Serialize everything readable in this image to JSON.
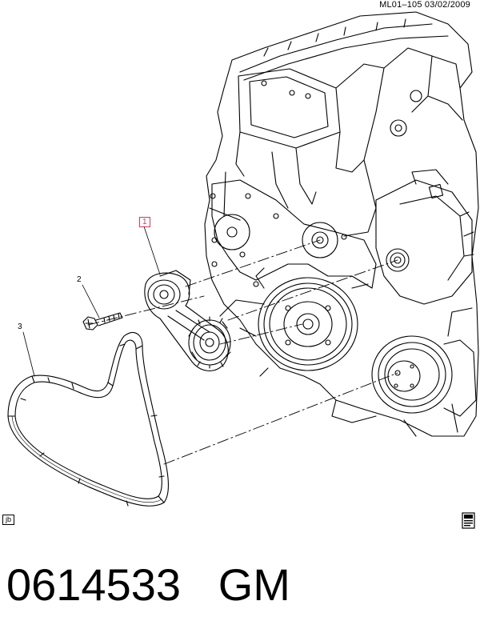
{
  "header": {
    "doc_id": "ML01–105  03/02/2009"
  },
  "callouts": {
    "c1": "1",
    "c2": "2",
    "c3": "3"
  },
  "badge": {
    "label": "jb"
  },
  "caption": {
    "part_number": "0614533",
    "brand": "GM"
  },
  "icons": {
    "corner": "manual-book-icon"
  },
  "colors": {
    "callout_accent": "#d23a5a",
    "line": "#000000"
  }
}
